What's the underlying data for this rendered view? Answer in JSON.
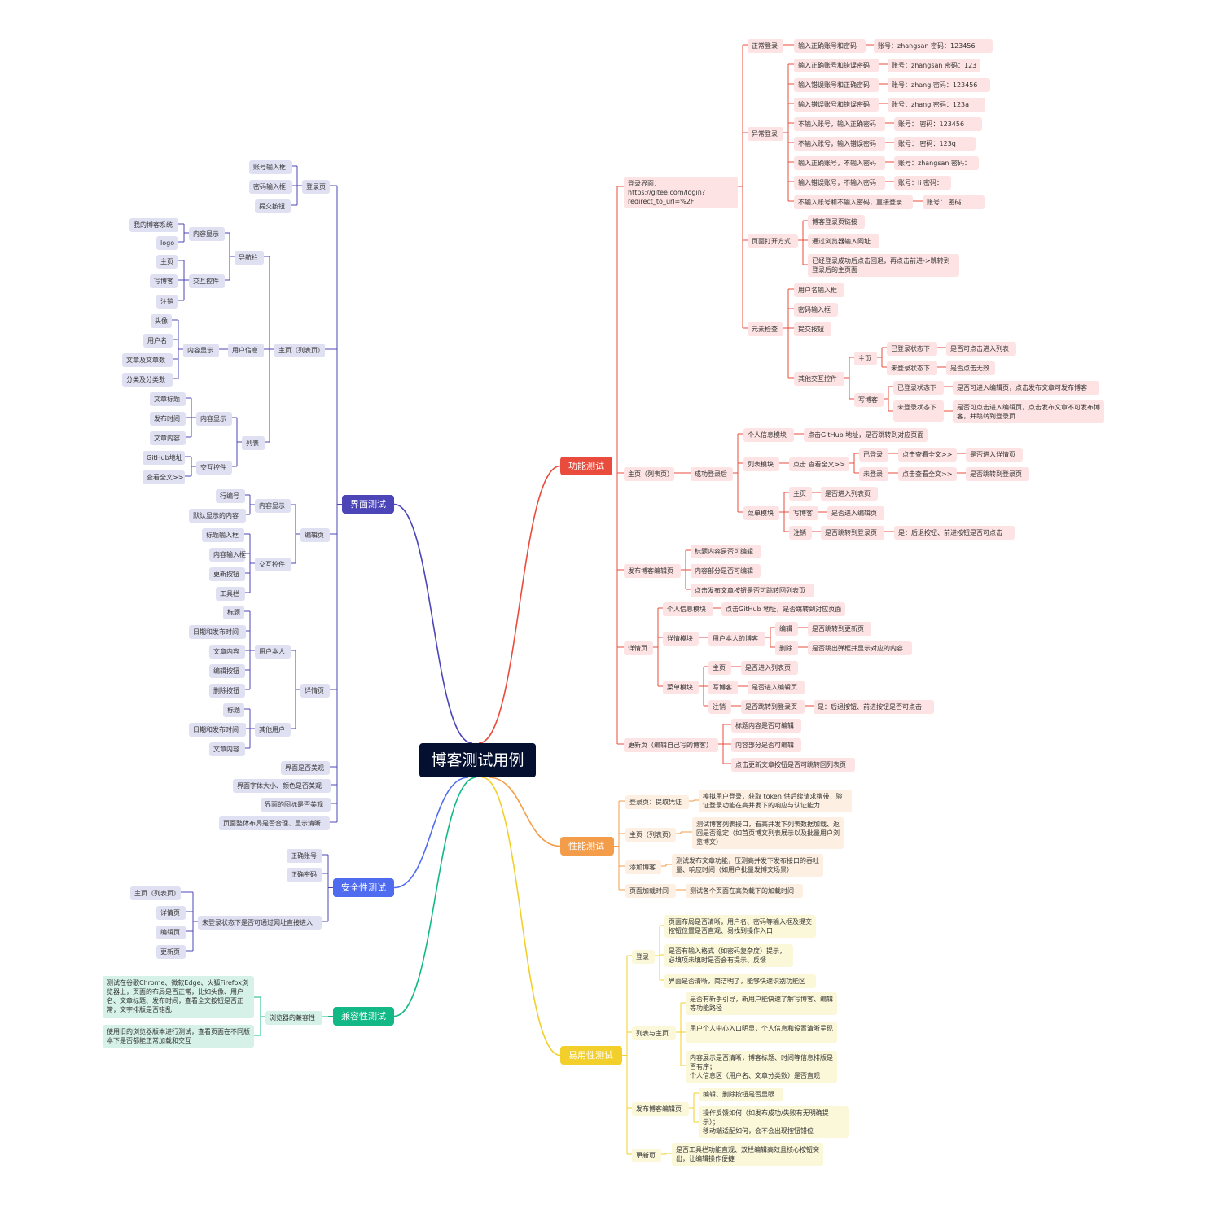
{
  "root": "博客测试用例",
  "branches": {
    "functional": {
      "label": "功能测试",
      "color": "#e94b3c"
    },
    "performance": {
      "label": "性能测试",
      "color": "#f39c4a"
    },
    "usability": {
      "label": "易用性测试",
      "color": "#f2cf2b"
    },
    "ui": {
      "label": "界面测试",
      "color": "#4c45b8"
    },
    "security": {
      "label": "安全性测试",
      "color": "#4f6cf0"
    },
    "compat": {
      "label": "兼容性测试",
      "color": "#12b886"
    }
  },
  "nodes": {
    "f_login": "登录界面：https://gitee.com/login?redirect_to_url=%2F",
    "f_normal": "正常登录",
    "f_n1": "输入正确账号和密码",
    "f_n1v": "账号：zhangsan        密码：123456",
    "f_abn": "异常登录",
    "f_a1": "输入正确账号和错误密码",
    "f_a1v": "账号：zhangsan  密码：123",
    "f_a2": "输入错误账号和正确密码",
    "f_a2v": "账号：zhang       密码：123456",
    "f_a3": "输入错误账号和错误密码",
    "f_a3v": "账号：zhang       密码：123a",
    "f_a4": "不输入账号，输入正确密码",
    "f_a4v": "账号：         密码：123456",
    "f_a5": "不输入账号，输入错误密码",
    "f_a5v": "账号：         密码：123q",
    "f_a6": "输入正确账号，不输入密码",
    "f_a6v": "账号：zhangsan  密码：",
    "f_a7": "输入错误账号，不输入密码",
    "f_a7v": "账号：li  密码：",
    "f_a8": "不输入账号和不输入密码，直接登录",
    "f_a8v": "账号：        密码：",
    "f_open": "页面打开方式",
    "f_o1": "博客登录页链接",
    "f_o2": "通过浏览器输入网址",
    "f_o3": "已经登录成功后点击回退，再点击前进->跳转到登录后的主页面",
    "f_elem": "元素检查",
    "f_e1": "用户名输入框",
    "f_e2": "密码输入框",
    "f_e3": "提交按钮",
    "f_e4": "其他交互控件",
    "f_e4a": "主页",
    "f_e4a1": "已登录状态下",
    "f_e4a1v": "是否可点击进入列表",
    "f_e4a2": "未登录状态下",
    "f_e4a2v": "是否点击无效",
    "f_e4b": "写博客",
    "f_e4b1": "已登录状态下",
    "f_e4b1v": "是否可进入编辑页，点击发布文章可发布博客",
    "f_e4b2": "未登录状态下",
    "f_e4b2v": "是否可点击进入编辑页，点击发布文章不可发布博客，并跳转到登录页",
    "f_home": "主页（列表页）",
    "f_h_ok": "成功登录后",
    "f_h1": "个人信息模块",
    "f_h1v": "点击GitHub 地址，是否跳转到对应页面",
    "f_h2": "列表模块",
    "f_h2a": "点击 查看全文>>",
    "f_h2a1": "已登录",
    "f_h2a1b": "点击查看全文>>",
    "f_h2a1v": "是否进入详情页",
    "f_h2a2": "未登录",
    "f_h2a2b": "点击查看全文>>",
    "f_h2a2v": "是否跳转到登录页",
    "f_h3": "菜单模块",
    "f_h3a": "主页",
    "f_h3av": "是否进入列表页",
    "f_h3b": "写博客",
    "f_h3bv": "是否进入编辑页",
    "f_h3c": "注销",
    "f_h3cv": "是否跳转到登录页",
    "f_h3cv2": "是：后退按钮、前进按钮是否可点击",
    "f_edit": "发布博客编辑页",
    "f_ed1": "标题内容是否可编辑",
    "f_ed2": "内容部分是否可编辑",
    "f_ed3": "点击发布文章按钮是否可跳转回列表页",
    "f_det": "详情页",
    "f_d1": "个人信息模块",
    "f_d1v": "点击GitHub 地址，是否跳转到对应页面",
    "f_d2": "详情模块",
    "f_d2a": "用户本人的博客",
    "f_d2a1": "编辑",
    "f_d2a1v": "是否跳转到更新页",
    "f_d2a2": "删除",
    "f_d2a2v": "是否跳出弹框并显示对应的内容",
    "f_d3": "菜单模块",
    "f_d3a": "主页",
    "f_d3av": "是否进入列表页",
    "f_d3b": "写博客",
    "f_d3bv": "是否进入编辑页",
    "f_d3c": "注销",
    "f_d3cv": "是否跳转到登录页",
    "f_d3cv2": "是：后退按钮、前进按钮是否可点击",
    "f_upd": "更新页（编辑自己写的博客）",
    "f_u1": "标题内容是否可编辑",
    "f_u2": "内容部分是否可编辑",
    "f_u3": "点击更新文章按钮是否可跳转回列表页",
    "p_login": "登录页：提取凭证",
    "p_loginv": "模拟用户登录，获取 token 供后续请求携带，验证登录功能在高并发下的响应与认证能力",
    "p_home": "主页（列表页）",
    "p_homev": "测试博客列表接口，看高并发下列表数据加载、返回是否稳定（如首页博文列表展示以及批量用户浏览博文）",
    "p_add": "添加博客",
    "p_addv": "测试发布文章功能，压测高并发下发布接口的吞吐量、响应时间（如用户批量发博文场景）",
    "p_load": "页面加载时间",
    "p_loadv": "测试各个页面在高负载下的加载时间",
    "u_login": "登录",
    "u_l1": "页面布局是否清晰，用户名、密码等输入框及提交按钮位置是否直观、易找到操作入口",
    "u_l2": "是否有输入格式（如密码复杂度）提示，必填项未填时是否会有提示、反馈",
    "u_l3": "界面是否清晰，简洁明了，能够快速识别功能区",
    "u_list": "列表与主页",
    "u_li1": "是否有新手引导，新用户能快速了解写博客、编辑 等功能路径",
    "u_li2": "用户个人中心入口明显，个人信息和设置清晰呈现",
    "u_li3": "内容展示是否清晰，博客标题、时间等信息排版是否有序；\n个人信息区（用户名、文章分类数）是否直观",
    "u_edit": "发布博客编辑页",
    "u_e1": "编辑、删除按钮是否显眼",
    "u_e2": "操作反馈如何（如发布成功/失败有无明确提示）；\n移动端适配如何，会不会出现按钮错位",
    "u_upd": "更新页",
    "u_u1": "是否工具栏功能直观、双栏编辑高效且核心按钮突出，让编辑操作便捷",
    "i_login": "登录页",
    "i_l1": "账号输入框",
    "i_l2": "密码输入框",
    "i_l3": "提交按钮",
    "i_home": "主页（列表页）",
    "i_nav": "导航栏",
    "i_nav_c": "内容显示",
    "i_nav_c1": "我的博客系统",
    "i_nav_c2": "logo",
    "i_nav_i": "交互控件",
    "i_nav_i1": "主页",
    "i_nav_i2": "写博客",
    "i_nav_i3": "注销",
    "i_user": "用户信息",
    "i_user_c": "内容显示",
    "i_user_c1": "头像",
    "i_user_c2": "用户名",
    "i_user_c3": "文章及文章数",
    "i_user_c4": "分类及分类数",
    "i_list": "列表",
    "i_list_c": "内容显示",
    "i_list_c1": "文章标题",
    "i_list_c2": "发布时间",
    "i_list_c3": "文章内容",
    "i_list_i": "交互控件",
    "i_list_i1": "GitHub地址",
    "i_list_i2": "查看全文>>",
    "i_edit": "编辑页",
    "i_edit_c": "内容显示",
    "i_edit_c1": "行编号",
    "i_edit_c2": "默认显示的内容",
    "i_edit_i": "交互控件",
    "i_edit_i1": "标题输入框",
    "i_edit_i2": "内容输入框",
    "i_edit_i3": "更新按钮",
    "i_edit_i4": "工具栏",
    "i_det": "详情页",
    "i_det_s": "用户本人",
    "i_det_s1": "标题",
    "i_det_s2": "日期和发布时间",
    "i_det_s3": "文章内容",
    "i_det_s4": "编辑按钮",
    "i_det_s5": "删除按钮",
    "i_det_o": "其他用户",
    "i_det_o1": "标题",
    "i_det_o2": "日期和发布时间",
    "i_det_o3": "文章内容",
    "i_g1": "界面是否美观",
    "i_g2": "界面字体大小、颜色是否美观",
    "i_g3": "界面的图标是否美观",
    "i_g4": "页面整体布局是否合理、显示清晰",
    "s_1": "正确账号",
    "s_2": "正确密码",
    "s_3": "未登录状态下是否可通过网址直接进入",
    "s_3a": "主页（列表页）",
    "s_3b": "详情页",
    "s_3c": "编辑页",
    "s_3d": "更新页",
    "c_1": "浏览器的兼容性",
    "c_1a": "测试在谷歌Chrome、微软Edge、火狐Firefox浏览器上，页面的布局是否正常，比如头像、用户名、文章标题、发布时间，查看全文按钮是否正常，文字排版是否错乱",
    "c_1b": "使用旧的浏览器版本进行测试，查看页面在不同版本下是否都能正常加载和交互"
  }
}
